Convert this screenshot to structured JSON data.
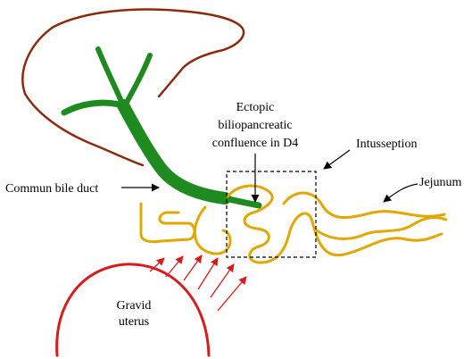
{
  "labels": {
    "ectopic_line1": "Ectopic",
    "ectopic_line2": "biliopancreatic",
    "ectopic_line3": "confluence in D4",
    "intussusception": "Intusseption",
    "jejunum": "Jejunum",
    "common_bile_duct": "Commun bile duct",
    "gravid_line1": "Gravid",
    "gravid_line2": "uterus"
  },
  "colors": {
    "liver_outline": "#8b2b0e",
    "bile_duct": "#1f8a1f",
    "intestine": "#e0a800",
    "uterus": "#d81b1b",
    "pressure_arrows": "#d81b1b",
    "text": "#000000"
  }
}
